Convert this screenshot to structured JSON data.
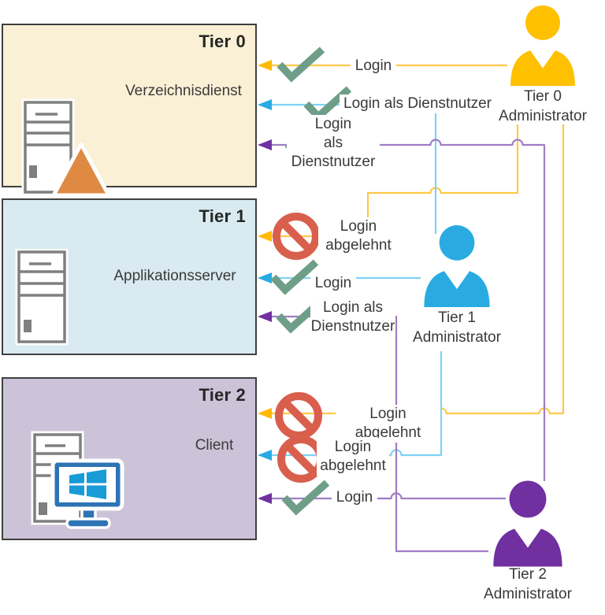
{
  "colors": {
    "canvas_bg": "#FFFFFF",
    "box_border": "#3F3F3F",
    "tier0_fill": "#FAF0D5",
    "tier1_fill": "#D9EAF1",
    "tier2_fill": "#CCC3D8",
    "text": "#3A3A3A",
    "admin0": "#FFC000",
    "admin1": "#29ABE2",
    "admin2": "#7030A0",
    "wire_yellow": "#FFC84A",
    "wire_blue": "#7FD1F5",
    "wire_purple": "#A07CC5",
    "arrow_yellow": "#FFB900",
    "arrow_blue": "#29ABE2",
    "arrow_purple": "#7030A0",
    "check_green": "#6F9E88",
    "deny_red": "#D95F4D",
    "server_gray": "#7F7F7F",
    "triangle_orange": "#DE8A43",
    "monitor_blue": "#2E74B5",
    "windows_blue": "#189BD7"
  },
  "tiers": [
    {
      "title": "Tier 0",
      "label": "Verzeichnisdienst",
      "icon": "server-with-warning-triangle-icon"
    },
    {
      "title": "Tier 1",
      "label": "Applikationsserver",
      "icon": "server-icon"
    },
    {
      "title": "Tier 2",
      "label": "Client",
      "icon": "desktop-computer-windows-icon"
    }
  ],
  "admins": [
    {
      "label": "Tier 0\nAdministrator",
      "color": "#FFC000"
    },
    {
      "label": "Tier 1\nAdministrator",
      "color": "#29ABE2"
    },
    {
      "label": "Tier 2\nAdministrator",
      "color": "#7030A0"
    }
  ],
  "connections": [
    {
      "from": "Tier 0 Administrator",
      "to": "Tier 0",
      "label": "Login",
      "result": "allowed"
    },
    {
      "from": "Tier 1 Administrator",
      "to": "Tier 0",
      "label": "Login als Dienstnutzer",
      "result": "allowed"
    },
    {
      "from": "Tier 2 Administrator",
      "to": "Tier 0",
      "label": "Login\nals\nDienstnutzer",
      "result": "allowed"
    },
    {
      "from": "Tier 0 Administrator",
      "to": "Tier 1",
      "label": "Login\nabgelehnt",
      "result": "denied"
    },
    {
      "from": "Tier 1 Administrator",
      "to": "Tier 1",
      "label": "Login",
      "result": "allowed"
    },
    {
      "from": "Tier 2 Administrator",
      "to": "Tier 1",
      "label": "Login als\nDienstnutzer",
      "result": "allowed"
    },
    {
      "from": "Tier 0 Administrator",
      "to": "Tier 2",
      "label": "Login abgelehnt",
      "result": "denied"
    },
    {
      "from": "Tier 1 Administrator",
      "to": "Tier 2",
      "label": "Login\nabgelehnt",
      "result": "denied"
    },
    {
      "from": "Tier 2 Administrator",
      "to": "Tier 2",
      "label": "Login",
      "result": "allowed"
    }
  ]
}
